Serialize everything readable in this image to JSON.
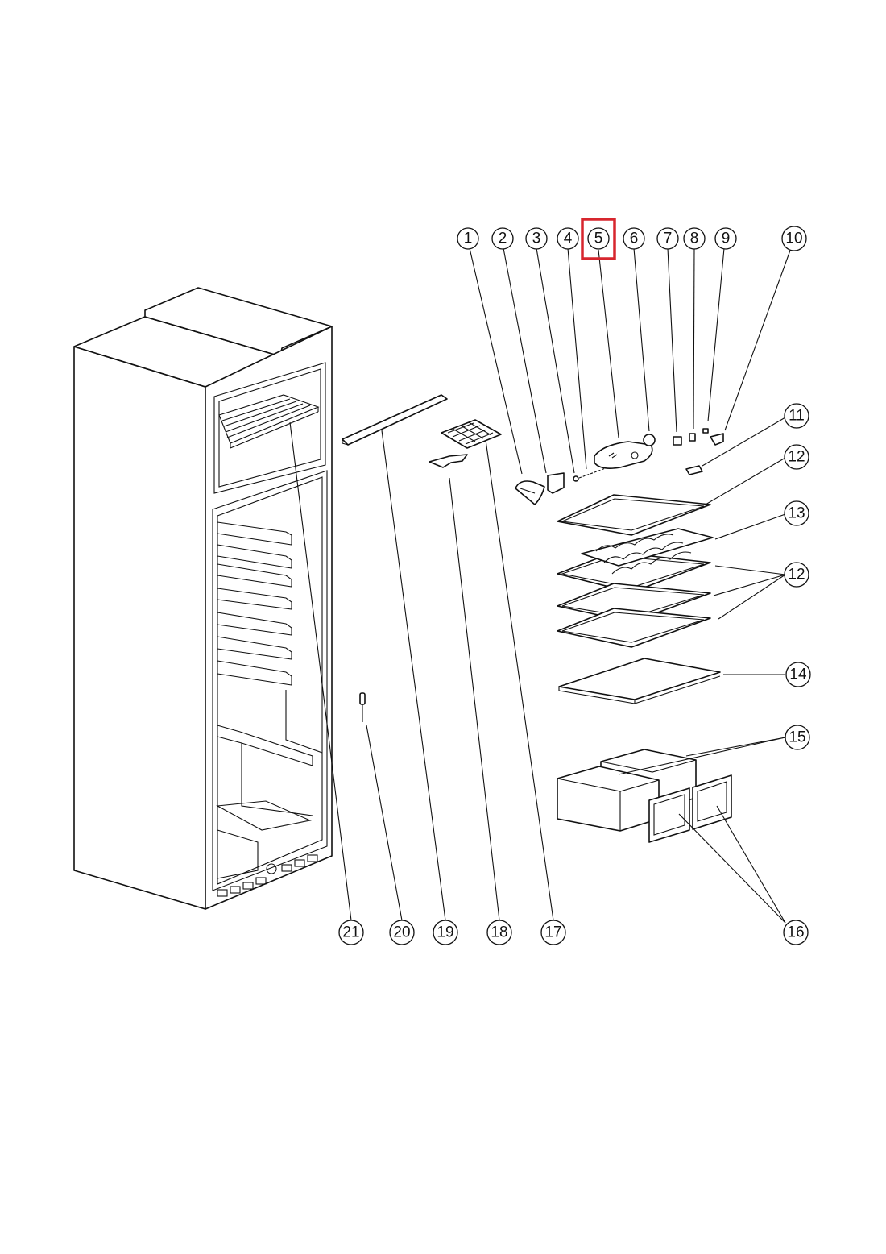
{
  "highlight_color": "#d7262e",
  "callouts": [
    {
      "label": "1",
      "highlighted": false
    },
    {
      "label": "2",
      "highlighted": false
    },
    {
      "label": "3",
      "highlighted": false
    },
    {
      "label": "4",
      "highlighted": false
    },
    {
      "label": "5",
      "highlighted": true
    },
    {
      "label": "6",
      "highlighted": false
    },
    {
      "label": "7",
      "highlighted": false
    },
    {
      "label": "8",
      "highlighted": false
    },
    {
      "label": "9",
      "highlighted": false
    },
    {
      "label": "10",
      "highlighted": false
    },
    {
      "label": "11",
      "highlighted": false
    },
    {
      "label": "12",
      "highlighted": false
    },
    {
      "label": "13",
      "highlighted": false
    },
    {
      "label": "12",
      "highlighted": false
    },
    {
      "label": "14",
      "highlighted": false
    },
    {
      "label": "15",
      "highlighted": false
    },
    {
      "label": "16",
      "highlighted": false
    },
    {
      "label": "17",
      "highlighted": false
    },
    {
      "label": "18",
      "highlighted": false
    },
    {
      "label": "19",
      "highlighted": false
    },
    {
      "label": "20",
      "highlighted": false
    },
    {
      "label": "21",
      "highlighted": false
    }
  ]
}
